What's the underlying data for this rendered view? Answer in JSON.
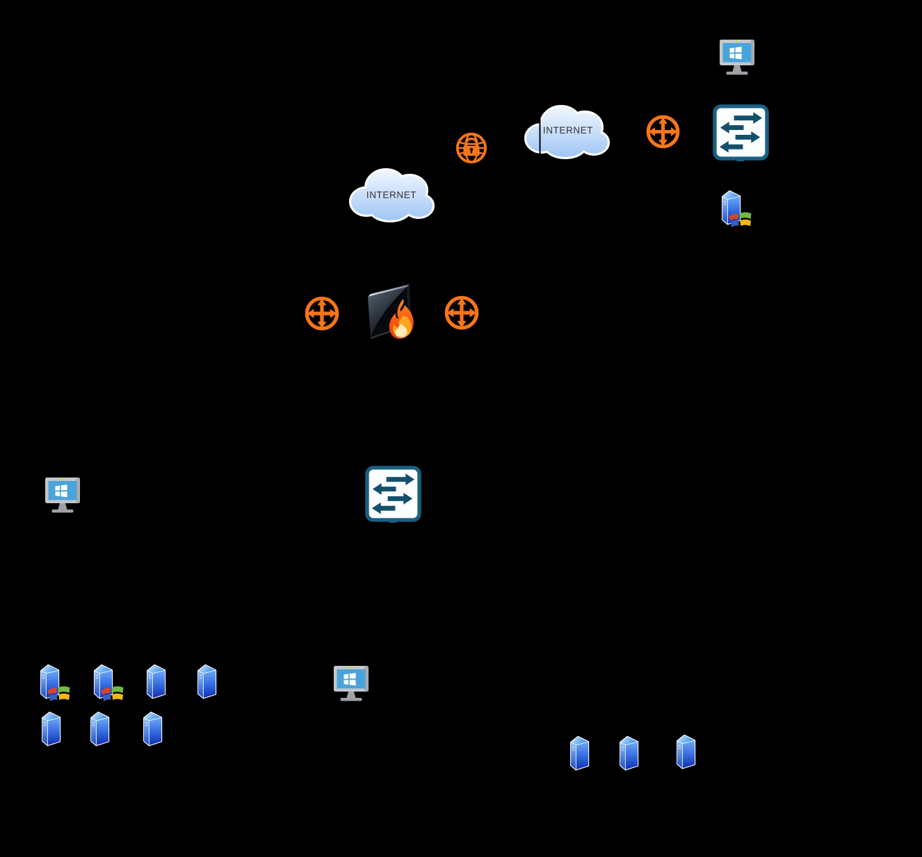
{
  "diagram": {
    "background_color": "#000000",
    "colors": {
      "router_orange": "#F5761A",
      "switch_border_teal": "#1A5F82",
      "switch_arrow_teal": "#14506C",
      "cloud_fill_top": "#F6FAFF",
      "cloud_fill_bottom": "#9CC4F4",
      "cloud_text": "#333333",
      "monitor_screen_blue": "#4AA4DC",
      "server_front_blue": "#1236B4",
      "firewall_dark": "#07090D",
      "xp_red": "#DD4226",
      "xp_green": "#74B944",
      "xp_blue": "#3A5FC0",
      "xp_yellow": "#F2B818"
    },
    "clouds": [
      {
        "id": "internet-top",
        "label": "INTERNET"
      },
      {
        "id": "internet-left",
        "label": "INTERNET"
      }
    ],
    "nodes": [
      {
        "name": "windows-workstation-top-right",
        "type": "windows-monitor"
      },
      {
        "name": "switch-top-right",
        "type": "ethernet-switch"
      },
      {
        "name": "secure-internet-lock",
        "type": "lock-globe"
      },
      {
        "name": "internet-cloud-top",
        "type": "cloud"
      },
      {
        "name": "router-top",
        "type": "router"
      },
      {
        "name": "windows-server-top-right",
        "type": "windows-server"
      },
      {
        "name": "internet-cloud-left",
        "type": "cloud"
      },
      {
        "name": "router-outside-firewall",
        "type": "router"
      },
      {
        "name": "firewall",
        "type": "firewall"
      },
      {
        "name": "router-inside-firewall",
        "type": "router"
      },
      {
        "name": "core-switch",
        "type": "ethernet-switch"
      },
      {
        "name": "windows-workstation-left",
        "type": "windows-monitor"
      },
      {
        "name": "windows-workstation-center",
        "type": "windows-monitor"
      },
      {
        "name": "windows-server-farm-1",
        "type": "windows-server"
      },
      {
        "name": "windows-server-farm-2",
        "type": "windows-server"
      },
      {
        "name": "server-farm-3",
        "type": "server"
      },
      {
        "name": "server-farm-4",
        "type": "server"
      },
      {
        "name": "server-farm-5",
        "type": "server"
      },
      {
        "name": "server-farm-6",
        "type": "server"
      },
      {
        "name": "server-farm-7",
        "type": "server"
      },
      {
        "name": "server-right-1",
        "type": "server"
      },
      {
        "name": "server-right-2",
        "type": "server"
      },
      {
        "name": "server-right-3",
        "type": "server"
      }
    ]
  }
}
